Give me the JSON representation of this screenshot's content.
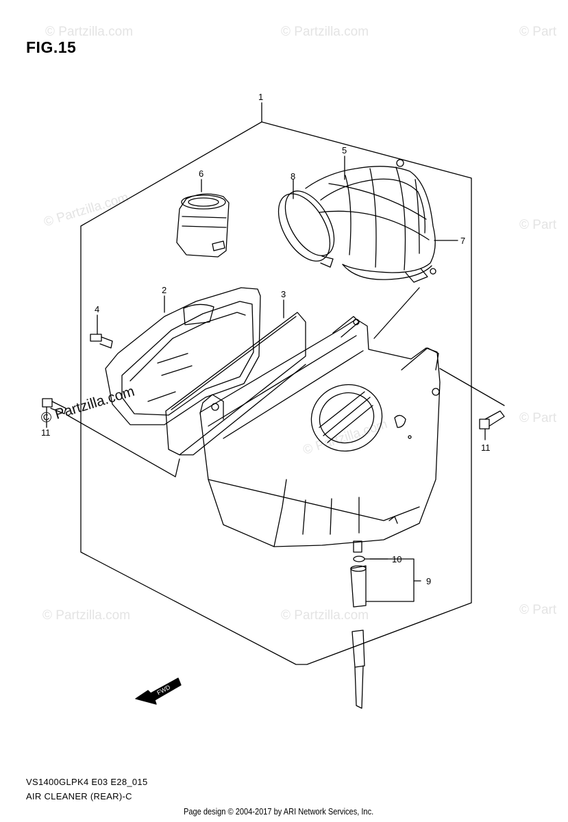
{
  "figure": {
    "title": "FIG.15",
    "code": "VS1400GLPK4 E03 E28_015",
    "subtitle": "AIR CLEANER (REAR)-C",
    "credit": "Page design © 2004-2017 by ARI Network Services, Inc."
  },
  "watermark": {
    "text": "© Partzilla.com",
    "text_short": "© Part",
    "overlay": "© Partzilla.com",
    "color": "#e4e4e4"
  },
  "callouts": {
    "c1": "1",
    "c2": "2",
    "c3": "3",
    "c4": "4",
    "c5": "5",
    "c6": "6",
    "c7": "7",
    "c8": "8",
    "c9": "9",
    "c10": "10",
    "c11a": "11",
    "c11b": "11"
  },
  "fwd_label": "FWD"
}
